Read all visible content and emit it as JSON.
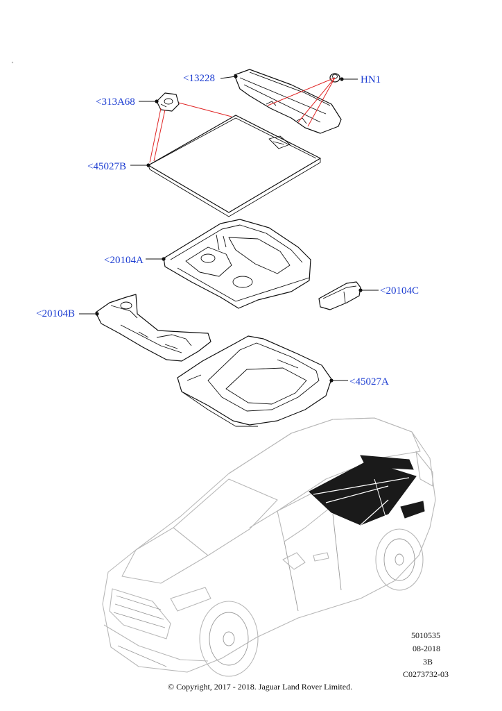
{
  "callouts": {
    "c13228": "<13228",
    "hn1": "HN1",
    "c313a68": "<313A68",
    "c45027b": "<45027B",
    "c20104a": "<20104A",
    "c20104c": "<20104C",
    "c20104b": "<20104B",
    "c45027a": "<45027A"
  },
  "meta": {
    "part_number": "5010535",
    "date": "08-2018",
    "revision": "3B",
    "illustration_id": "C0273732-03"
  },
  "copyright": "© Copyright, 2017 - 2018. Jaguar Land Rover Limited.",
  "colors": {
    "callout": "#1a3bd1",
    "leader_red": "#e02424",
    "line": "#111111",
    "ghost_car": "#b8b8b8"
  }
}
